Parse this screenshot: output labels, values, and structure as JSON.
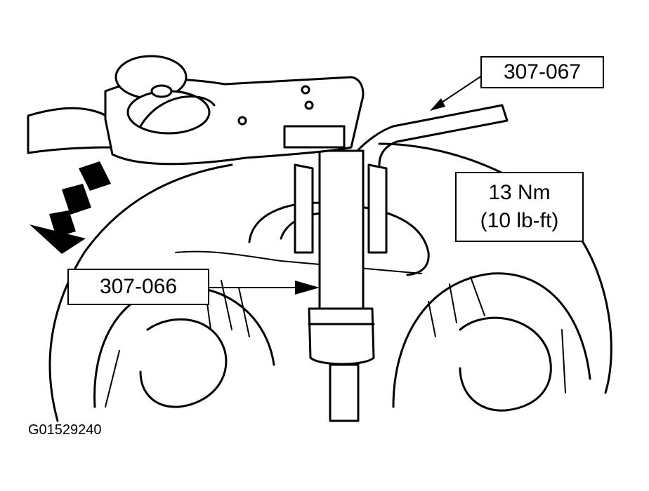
{
  "callouts": {
    "tool_upper": "307-067",
    "tool_lower": "307-066",
    "torque_nm": "13 Nm",
    "torque_lbft": "(10 lb-ft)"
  },
  "figure_id": "G01529240",
  "icons": {
    "rotation_arrow": "dashed-rotation-arrow-icon"
  }
}
